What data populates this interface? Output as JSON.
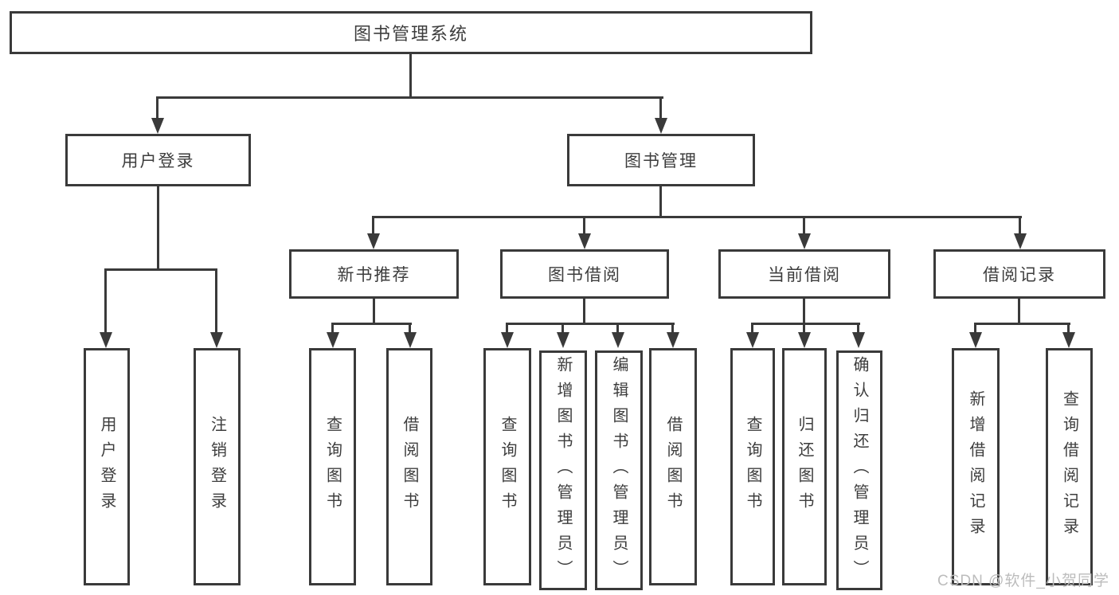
{
  "nodes": {
    "root": "图书管理系统",
    "user_login": "用户登录",
    "book_mgmt": "图书管理",
    "new_book_rec": "新书推荐",
    "book_borrow": "图书借阅",
    "current_borrow": "当前借阅",
    "borrow_records": "借阅记录",
    "leaf_user_login": "用户登录",
    "leaf_logout": "注销登录",
    "leaf_nbr_query": "查询图书",
    "leaf_nbr_borrow": "借阅图书",
    "leaf_bb_query": "查询图书",
    "leaf_bb_add": "新增图书（管理员）",
    "leaf_bb_edit": "编辑图书（管理员）",
    "leaf_bb_borrow": "借阅图书",
    "leaf_cb_query": "查询图书",
    "leaf_cb_return": "归还图书",
    "leaf_cb_confirm": "确认归还（管理员）",
    "leaf_br_add": "新增借阅记录",
    "leaf_br_query": "查询借阅记录"
  },
  "hierarchy": {
    "图书管理系统": {
      "用户登录": [
        "用户登录",
        "注销登录"
      ],
      "图书管理": {
        "新书推荐": [
          "查询图书",
          "借阅图书"
        ],
        "图书借阅": [
          "查询图书",
          "新增图书（管理员）",
          "编辑图书（管理员）",
          "借阅图书"
        ],
        "当前借阅": [
          "查询图书",
          "归还图书",
          "确认归还（管理员）"
        ],
        "借阅记录": [
          "新增借阅记录",
          "查询借阅记录"
        ]
      }
    }
  },
  "watermark": "CSDN @软件_小贺同学",
  "colors": {
    "line": "#3a3a3a",
    "text": "#3d3d3d",
    "background": "#ffffff",
    "watermark": "#bcbcbc"
  }
}
